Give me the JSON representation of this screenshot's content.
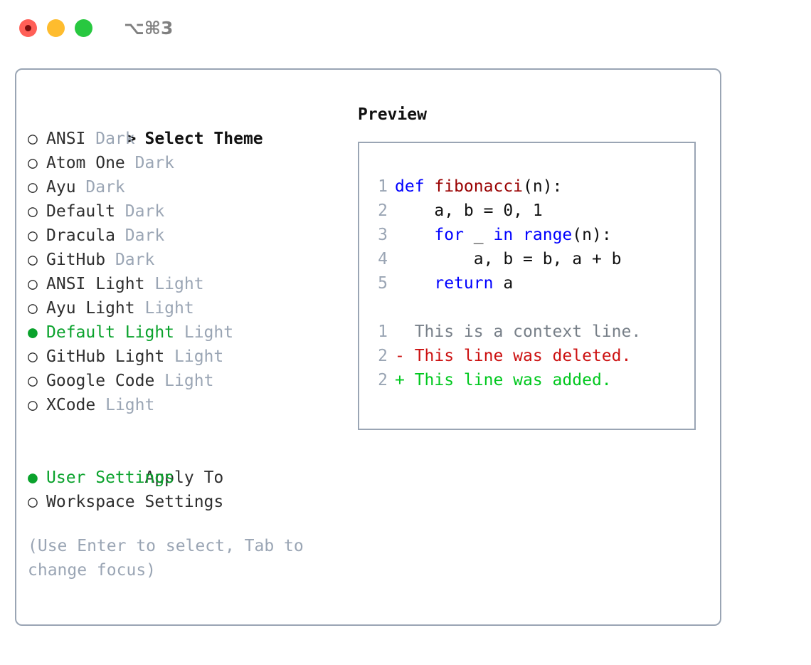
{
  "titlebar": {
    "shortcut": "⌥⌘3",
    "buttons": [
      {
        "name": "close",
        "color": "#ff5f57"
      },
      {
        "name": "minimize",
        "color": "#febc2e"
      },
      {
        "name": "maximize",
        "color": "#28c840"
      }
    ]
  },
  "colors": {
    "accent_green": "#0aa22c",
    "muted": "#9aa5b4",
    "border": "#9aa5b4",
    "keyword_blue": "#0000ff",
    "function_red": "#990000",
    "diff_deleted": "#cc1111",
    "diff_added": "#00c81e",
    "diff_context": "#777f88"
  },
  "left": {
    "header": {
      "marker": ">",
      "label": "Select Theme"
    },
    "themes": [
      {
        "marker": "○",
        "label": "ANSI",
        "tag": "Dark",
        "selected": false
      },
      {
        "marker": "○",
        "label": "Atom One",
        "tag": "Dark",
        "selected": false
      },
      {
        "marker": "○",
        "label": "Ayu",
        "tag": "Dark",
        "selected": false
      },
      {
        "marker": "○",
        "label": "Default",
        "tag": "Dark",
        "selected": false
      },
      {
        "marker": "○",
        "label": "Dracula",
        "tag": "Dark",
        "selected": false
      },
      {
        "marker": "○",
        "label": "GitHub",
        "tag": "Dark",
        "selected": false
      },
      {
        "marker": "○",
        "label": "ANSI Light",
        "tag": "Light",
        "selected": false
      },
      {
        "marker": "○",
        "label": "Ayu Light",
        "tag": "Light",
        "selected": false
      },
      {
        "marker": "●",
        "label": "Default Light",
        "tag": "Light",
        "selected": true
      },
      {
        "marker": "○",
        "label": "GitHub Light",
        "tag": "Light",
        "selected": false
      },
      {
        "marker": "○",
        "label": "Google Code",
        "tag": "Light",
        "selected": false
      },
      {
        "marker": "○",
        "label": "XCode",
        "tag": "Light",
        "selected": false
      }
    ],
    "apply_to": {
      "header": "Apply To",
      "options": [
        {
          "marker": "●",
          "label": "User Settings",
          "selected": true
        },
        {
          "marker": "○",
          "label": "Workspace Settings",
          "selected": false
        }
      ]
    },
    "hint": "(Use Enter to select, Tab to change focus)"
  },
  "right": {
    "title": "Preview",
    "code": [
      {
        "ln": "1",
        "tokens": [
          {
            "t": "def ",
            "c": "kw"
          },
          {
            "t": "fibonacci",
            "c": "fn"
          },
          {
            "t": "(n):",
            "c": "pl"
          }
        ]
      },
      {
        "ln": "2",
        "tokens": [
          {
            "t": "    a, b = 0, 1",
            "c": "pl"
          }
        ]
      },
      {
        "ln": "3",
        "tokens": [
          {
            "t": "    ",
            "c": "pl"
          },
          {
            "t": "for",
            "c": "kw"
          },
          {
            "t": " _ ",
            "c": "pl"
          },
          {
            "t": "in",
            "c": "kw"
          },
          {
            "t": " ",
            "c": "pl"
          },
          {
            "t": "range",
            "c": "kw"
          },
          {
            "t": "(n):",
            "c": "pl"
          }
        ]
      },
      {
        "ln": "4",
        "tokens": [
          {
            "t": "        a, b = b, a + b",
            "c": "pl"
          }
        ]
      },
      {
        "ln": "5",
        "tokens": [
          {
            "t": "    ",
            "c": "pl"
          },
          {
            "t": "return",
            "c": "kw"
          },
          {
            "t": " a",
            "c": "pl"
          }
        ]
      }
    ],
    "diff": [
      {
        "ln": "1",
        "text": "  This is a context line.",
        "kind": "ctx"
      },
      {
        "ln": "2",
        "text": "- This line was deleted.",
        "kind": "del"
      },
      {
        "ln": "2",
        "text": "+ This line was added.",
        "kind": "add"
      }
    ]
  }
}
